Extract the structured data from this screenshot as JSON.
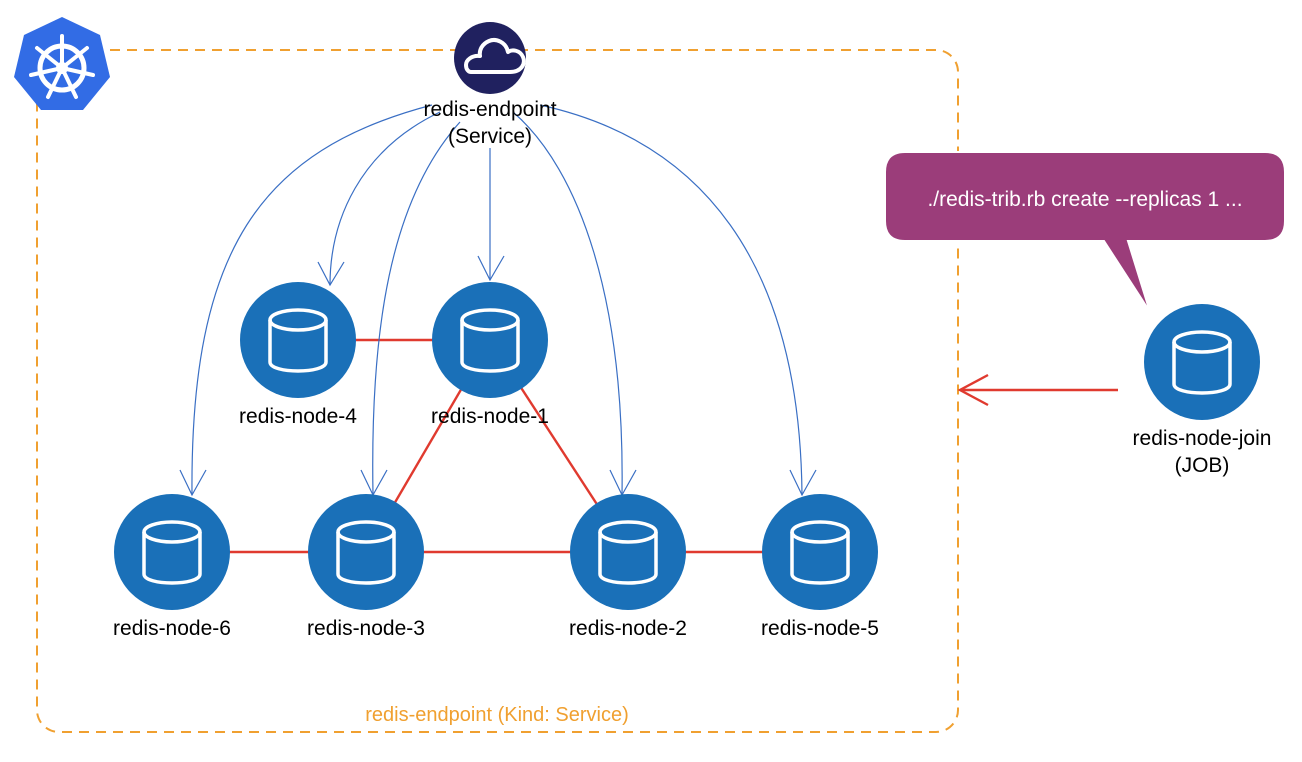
{
  "colors": {
    "node_fill": "#1a70b8",
    "icon_stroke": "#ffffff",
    "service_fill": "#20215f",
    "k8s_logo": "#326ce5",
    "blue_arrow": "#3a6fc4",
    "red_link": "#e03a2f",
    "boundary": "#f0a030",
    "bubble_fill": "#9b3d7a",
    "text": "#000000"
  },
  "logo": {
    "icon": "kubernetes-helm-icon"
  },
  "service": {
    "icon": "cloud-icon",
    "name": "redis-endpoint",
    "kind": "(Service)"
  },
  "nodes": [
    {
      "id": "redis-node-4",
      "label": "redis-node-4",
      "icon": "database-icon"
    },
    {
      "id": "redis-node-1",
      "label": "redis-node-1",
      "icon": "database-icon"
    },
    {
      "id": "redis-node-6",
      "label": "redis-node-6",
      "icon": "database-icon"
    },
    {
      "id": "redis-node-3",
      "label": "redis-node-3",
      "icon": "database-icon"
    },
    {
      "id": "redis-node-2",
      "label": "redis-node-2",
      "icon": "database-icon"
    },
    {
      "id": "redis-node-5",
      "label": "redis-node-5",
      "icon": "database-icon"
    }
  ],
  "job": {
    "icon": "database-icon",
    "name": "redis-node-join",
    "kind": "(JOB)"
  },
  "bubble": {
    "text": "./redis-trib.rb create --replicas 1 ..."
  },
  "boundary": {
    "label": "redis-endpoint (Kind: Service)"
  },
  "links": [
    [
      "redis-node-4",
      "redis-node-1"
    ],
    [
      "redis-node-1",
      "redis-node-3"
    ],
    [
      "redis-node-1",
      "redis-node-2"
    ],
    [
      "redis-node-6",
      "redis-node-3"
    ],
    [
      "redis-node-3",
      "redis-node-2"
    ],
    [
      "redis-node-2",
      "redis-node-5"
    ]
  ],
  "service_targets": [
    "redis-node-6",
    "redis-node-4",
    "redis-node-3",
    "redis-node-1",
    "redis-node-2",
    "redis-node-5"
  ]
}
